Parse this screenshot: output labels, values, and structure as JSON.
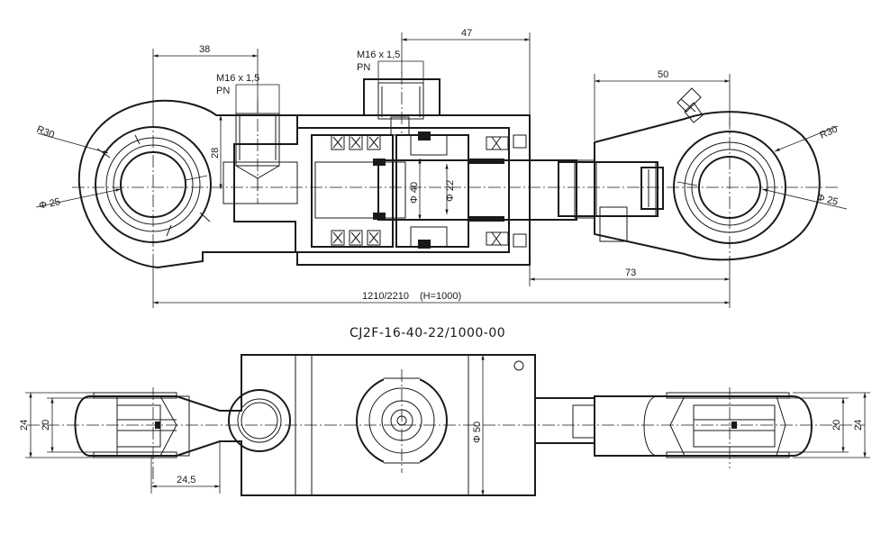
{
  "title": "CJ2F-16-40-22/1000-00",
  "colors": {
    "ink": "#1a1a1a",
    "paper": "#ffffff"
  },
  "dimensions": {
    "port_left_offset": "38",
    "port_left_thread": "M16 x 1,5",
    "port_left_pn": "PN",
    "port_right_thread": "M16 x 1,5",
    "port_right_pn": "PN",
    "port_right_offset": "47",
    "rod_eye_offset": "50",
    "left_radius": "R30",
    "left_bore": "Φ 25",
    "right_radius": "R30",
    "right_bore": "Φ 25",
    "port_height": "28",
    "piston_dia": "Φ 40",
    "rod_dia": "Φ 22",
    "stroke_part": "73",
    "overall_length": "1210/2210",
    "stroke_note": "(H=1000)",
    "left_width_outer": "24",
    "left_width_inner": "20",
    "left_eye_offset": "24,5",
    "tube_dia": "Φ 50",
    "right_width_inner": "20",
    "right_width_outer": "24"
  }
}
